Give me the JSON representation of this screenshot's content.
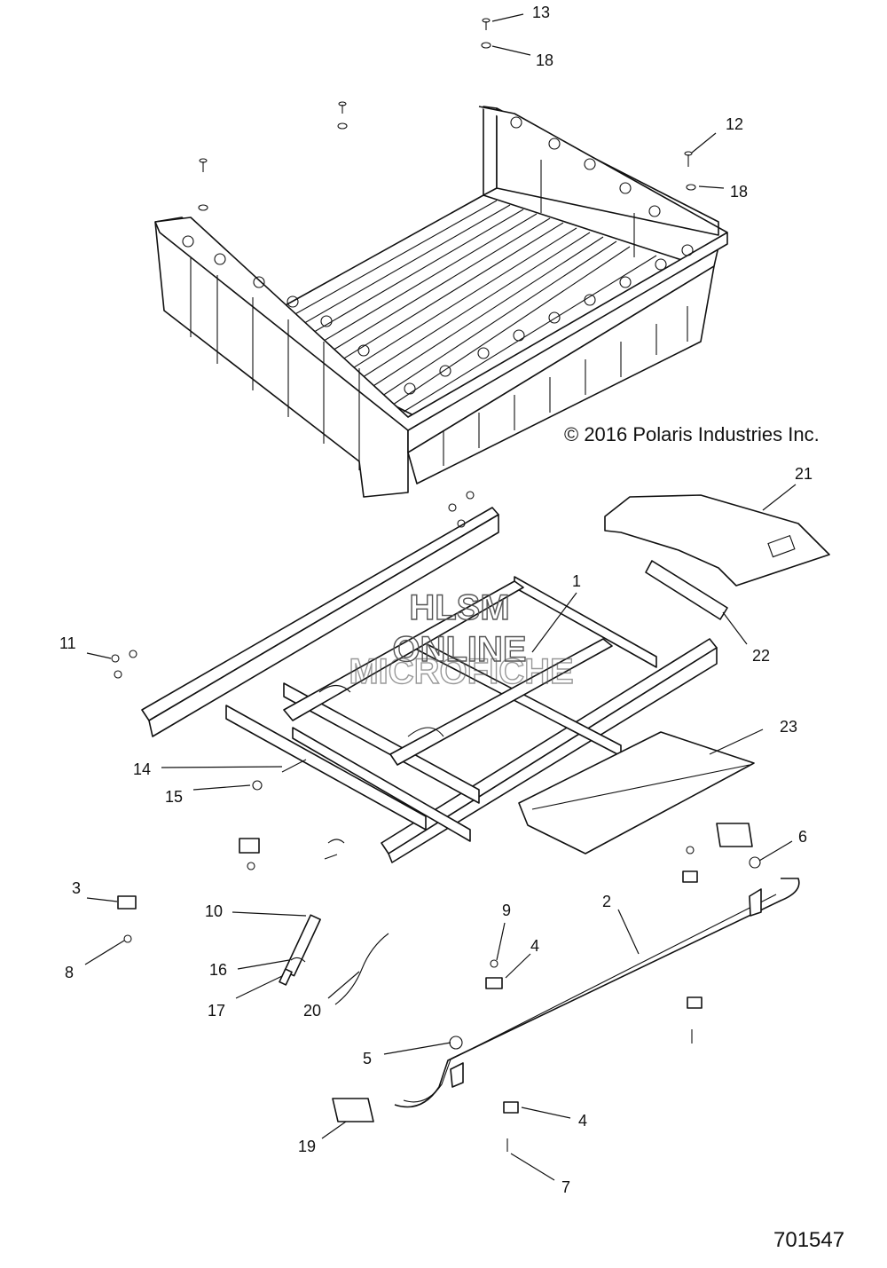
{
  "copyright": "© 2016 Polaris Industries Inc.",
  "reference_number": "701547",
  "watermark": {
    "line1": "HLSM",
    "line2": "ONLINE",
    "line3": "MICROFICHE"
  },
  "callouts": {
    "c1": "1",
    "c2": "2",
    "c3": "3",
    "c4a": "4",
    "c4b": "4",
    "c5": "5",
    "c6": "6",
    "c7": "7",
    "c8": "8",
    "c9": "9",
    "c10": "10",
    "c11": "11",
    "c12": "12",
    "c13": "13",
    "c14": "14",
    "c15": "15",
    "c16": "16",
    "c17": "17",
    "c18a": "18",
    "c18b": "18",
    "c19": "19",
    "c20": "20",
    "c21": "21",
    "c22": "22",
    "c23": "23"
  }
}
